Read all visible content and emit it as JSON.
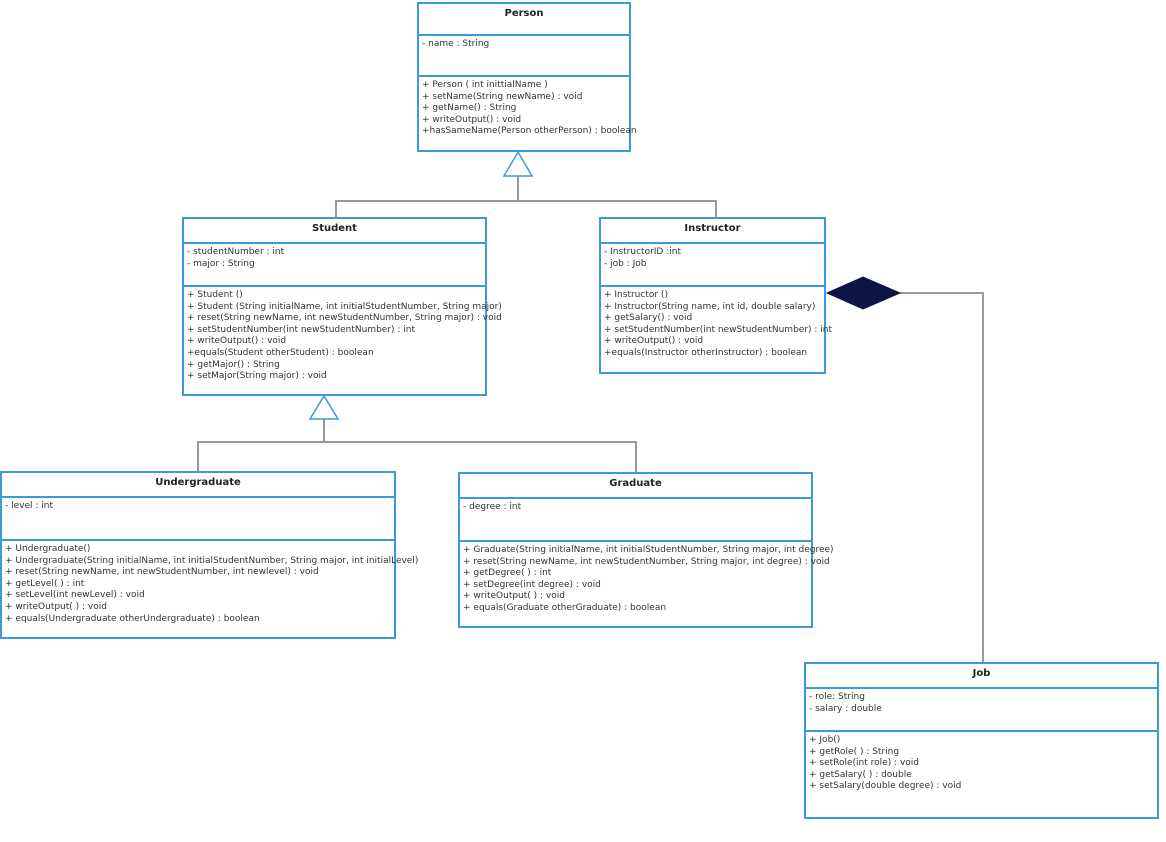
{
  "classes": {
    "person": {
      "name": "Person",
      "attributes": [
        "- name : String"
      ],
      "operations": [
        "+ Person ( int inittialName )",
        "+ setName(String newName) : void",
        "+ getName() : String",
        "+ writeOutput() : void",
        "+hasSameName(Person otherPerson) : boolean"
      ]
    },
    "student": {
      "name": "Student",
      "attributes": [
        "- studentNumber : int",
        "- major : String"
      ],
      "operations": [
        "+ Student ()",
        "+ Student (String initialName, int initialStudentNumber, String major)",
        "+ reset(String newName, int newStudentNumber, String major) : void",
        "+ setStudentNumber(int newStudentNumber) : int",
        "+ writeOutput() : void",
        "+equals(Student otherStudent) : boolean",
        "+ getMajor() : String",
        "+ setMajor(String major) : void"
      ]
    },
    "instructor": {
      "name": "Instructor",
      "attributes": [
        "- InstructorID :int",
        "- job : Job"
      ],
      "operations": [
        "+ Instructor ()",
        "+ Instructor(String name, int id, double salary)",
        "+ getSalary() : void",
        "+ setStudentNumber(int newStudentNumber) : int",
        "+ writeOutput() : void",
        "+equals(Instructor otherInstructor) : boolean"
      ]
    },
    "undergraduate": {
      "name": "Undergraduate",
      "attributes": [
        "- level : int"
      ],
      "operations": [
        "+ Undergraduate()",
        "+ Undergraduate(String initialName, int initialStudentNumber, String major, int initialLevel)",
        "+ reset(String newName, int newStudentNumber, int newlevel) : void",
        "+ getLevel( ) : int",
        "+ setLevel(int newLevel) : void",
        "+ writeOutput( ) : void",
        "+ equals(Undergraduate otherUndergraduate) : boolean"
      ]
    },
    "graduate": {
      "name": "Graduate",
      "attributes": [
        "- degree : int"
      ],
      "operations": [
        "+ Graduate(String initialName, int initialStudentNumber, String major, int degree)",
        "+ reset(String newName, int newStudentNumber, String major, int degree) : void",
        "+ getDegree( ) : int",
        "+ setDegree(int degree) : void",
        "+ writeOutput( ) : void",
        "+ equals(Graduate otherGraduate) : boolean"
      ]
    },
    "job": {
      "name": "Job",
      "attributes": [
        "- role: String",
        "- salary : double"
      ],
      "operations": [
        "+ Job()",
        "+ getRole( ) : String",
        "+ setRole(int role) : void",
        "+ getSalary( ) : double",
        "+ setSalary(double degree) : void"
      ]
    }
  },
  "colors": {
    "border": "#3b9ad9",
    "connector": "#999999",
    "composition_diamond": "#0d1547"
  }
}
